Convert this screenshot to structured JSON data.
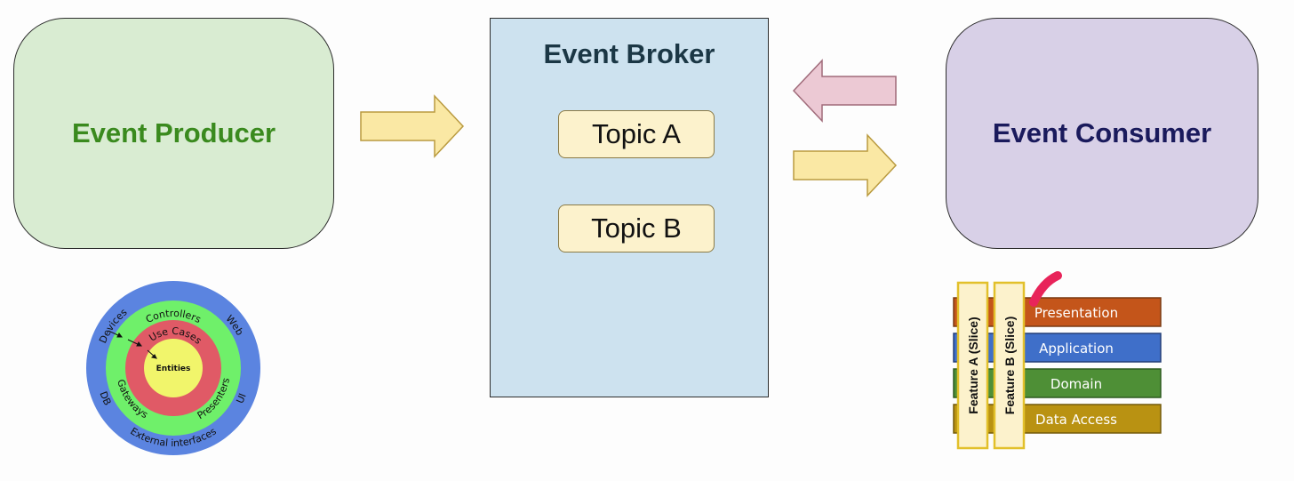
{
  "producer": {
    "label": "Event Producer",
    "color": "#3a8a1e",
    "fill": "#d9ecd2"
  },
  "broker": {
    "title": "Event Broker",
    "topics": [
      "Topic A",
      "Topic B"
    ],
    "fill": "#cde2ef"
  },
  "consumer": {
    "label": "Event Consumer",
    "color": "#1a1a5c",
    "fill": "#d8d0e7"
  },
  "clean_architecture": {
    "rings": {
      "outer": "External interfaces",
      "devices": "Devices",
      "web": "Web",
      "db": "DB",
      "ui": "UI",
      "controllers": "Controllers",
      "gateways": "Gateways",
      "presenters": "Presenters",
      "use_cases": "Use Cases",
      "entities": "Entities"
    },
    "colors": {
      "outer": "#5b84e0",
      "middle": "#6ff06a",
      "inner": "#e05a66",
      "core": "#f1f56b"
    }
  },
  "vertical_slices": {
    "layers": [
      {
        "name": "Presentation",
        "color": "#c4551a"
      },
      {
        "name": "Application",
        "color": "#3f6fc9"
      },
      {
        "name": "Domain",
        "color": "#4e8f36"
      },
      {
        "name": "Data Access",
        "color": "#b99212"
      }
    ],
    "slices": [
      "Feature A (Slice)",
      "Feature B (Slice)"
    ],
    "slice_fill": "#fcf2cc"
  }
}
